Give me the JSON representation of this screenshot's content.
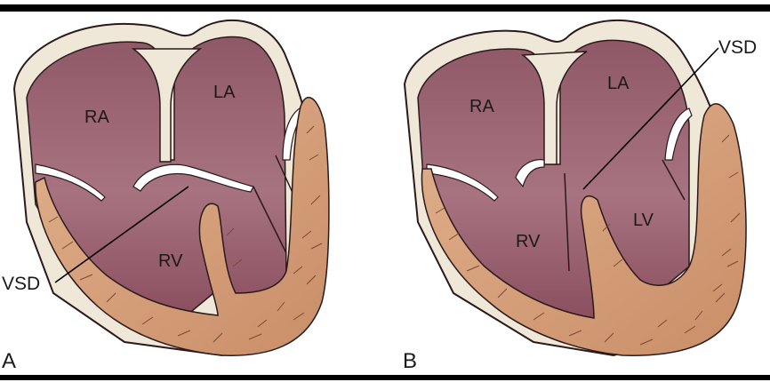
{
  "figure": {
    "rule_color": "#000000",
    "panel_a": {
      "letter": "A",
      "labels": {
        "ra": "RA",
        "la": "LA",
        "rv": "RV",
        "vsd": "VSD"
      }
    },
    "panel_b": {
      "letter": "B",
      "labels": {
        "ra": "RA",
        "la": "LA",
        "rv": "RV",
        "lv": "LV",
        "vsd": "VSD"
      }
    },
    "colors": {
      "chamber_top": "#8f5866",
      "chamber_bottom": "#b98a96",
      "wall": "#efe7d8",
      "muscle": "#d7a480",
      "muscle_line": "#7a4a2e",
      "outline": "#2a1a1a"
    }
  }
}
